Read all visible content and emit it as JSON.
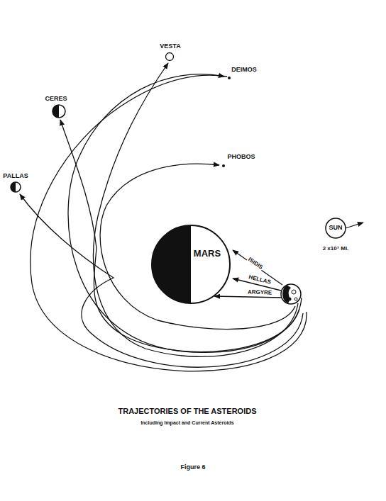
{
  "diagram": {
    "title": "TRAJECTORIES OF THE ASTEROIDS",
    "caption": "Figure 6",
    "nodes": [
      {
        "text": [
          "VESTA"
        ]
      },
      {
        "text": [
          "DEIMOS"
        ]
      },
      {
        "text": [
          "CERES"
        ]
      },
      {
        "text": [
          "PHOBOS"
        ]
      },
      {
        "text": [
          "PALLAS"
        ]
      },
      {
        "text": [
          "SUN",
          "2 x10⁷ Mi."
        ]
      },
      {
        "text": [
          "MARS"
        ]
      }
    ],
    "labels": [
      "Including Impact and Current Asteroids",
      "ISIDIS",
      "HELLAS",
      "ARGYRE"
    ]
  }
}
